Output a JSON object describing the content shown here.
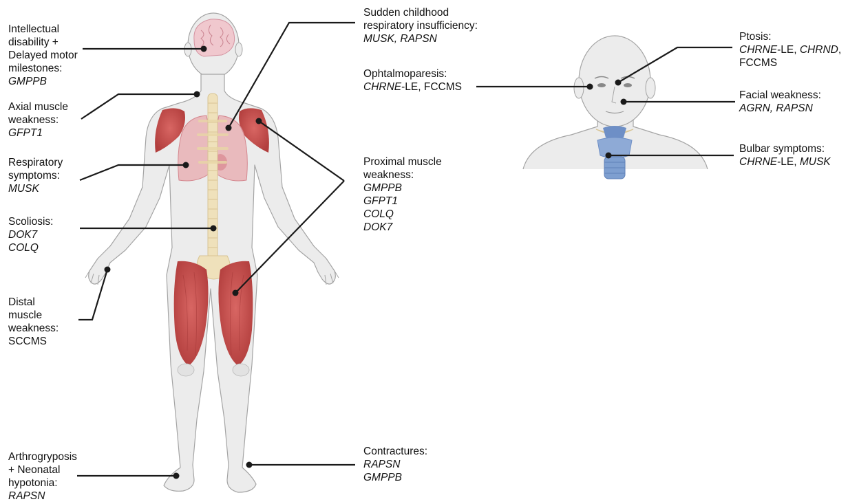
{
  "annotations": {
    "intellectual": {
      "heading": "Intellectual\ndisability +\nDelayed motor\nmilestones:",
      "genes": [
        "GMPPB"
      ]
    },
    "axial": {
      "heading": "Axial muscle\nweakness:",
      "genes": [
        "GFPT1"
      ]
    },
    "respiratory": {
      "heading": "Respiratory\nsymptoms:",
      "genes": [
        "MUSK"
      ]
    },
    "scoliosis": {
      "heading": "Scoliosis:",
      "genes": [
        "DOK7",
        "COLQ"
      ]
    },
    "distal": {
      "heading": "Distal\nmuscle\nweakness:",
      "plain": [
        "SCCMS"
      ]
    },
    "arthrogryposis": {
      "heading": "Arthrogryposis\n+ Neonatal\nhypotonia:",
      "genes": [
        "RAPSN"
      ]
    },
    "sudden": {
      "heading": "Sudden childhood\nrespiratory insufficiency:",
      "genes": [
        "MUSK, RAPSN"
      ]
    },
    "ophtalmoparesis": {
      "heading": "Ophtalmoparesis:",
      "gene_line": {
        "italic": "CHRNE",
        "rest": "-LE, FCCMS"
      }
    },
    "proximal": {
      "heading": "Proximal muscle\nweakness:",
      "genes": [
        "GMPPB",
        "GFPT1",
        "COLQ",
        "DOK7"
      ]
    },
    "contractures": {
      "heading": "Contractures:",
      "genes": [
        "RAPSN",
        "GMPPB"
      ]
    },
    "ptosis": {
      "heading": "Ptosis:",
      "gene_line": {
        "italic": "CHRNE",
        "rest": "-LE, ",
        "italic2": "CHRND",
        "rest2": ","
      },
      "extra": "FCCMS"
    },
    "facial": {
      "heading": "Facial weakness:",
      "genes": [
        "AGRN, RAPSN"
      ]
    },
    "bulbar": {
      "heading": "Bulbar symptoms:",
      "gene_line": {
        "italic": "CHRNE",
        "rest": "-LE, ",
        "italic2": "MUSK"
      }
    }
  },
  "colors": {
    "body_fill": "#ececec",
    "body_stroke": "#9a9a9a",
    "muscle": "#c9504e",
    "lung": "#e7a9ae",
    "brain": "#efc9cf",
    "spine": "#efe1bb",
    "larynx": "#7e9fd0",
    "leader": "#1a1a1a"
  }
}
